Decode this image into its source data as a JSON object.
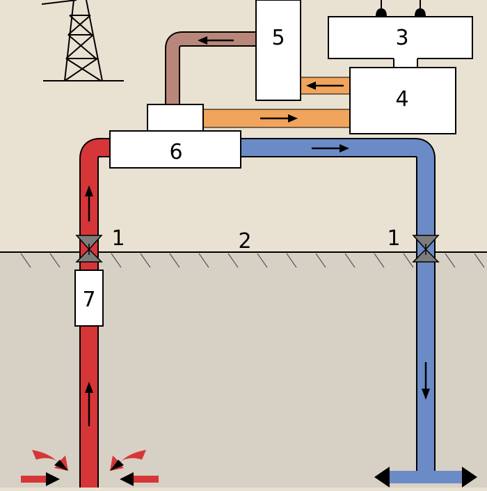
{
  "labels": {
    "valve_left": "1",
    "valve_right": "1",
    "ground": "2",
    "transformer": "3",
    "generator": "4",
    "turbine": "5",
    "heat_exchanger_small": "",
    "heat_exchanger": "6",
    "pump": "7"
  },
  "colors": {
    "sky": "#e9e1d1",
    "ground": "#d7d0c5",
    "hot_pipe": "#d63638",
    "cold_pipe": "#6a8bc6",
    "steam_pipe": "#b9877a",
    "orange_pipe": "#f1a55c",
    "box_fill": "#ffffff",
    "outline": "#000000",
    "valve": "#7d7d7d",
    "arrow": "#000000"
  },
  "icons": {
    "tower": "power-tower-icon",
    "insulators": "insulator-icon",
    "valve": "valve-icon",
    "flow_arrow": "flow-arrow-icon"
  }
}
